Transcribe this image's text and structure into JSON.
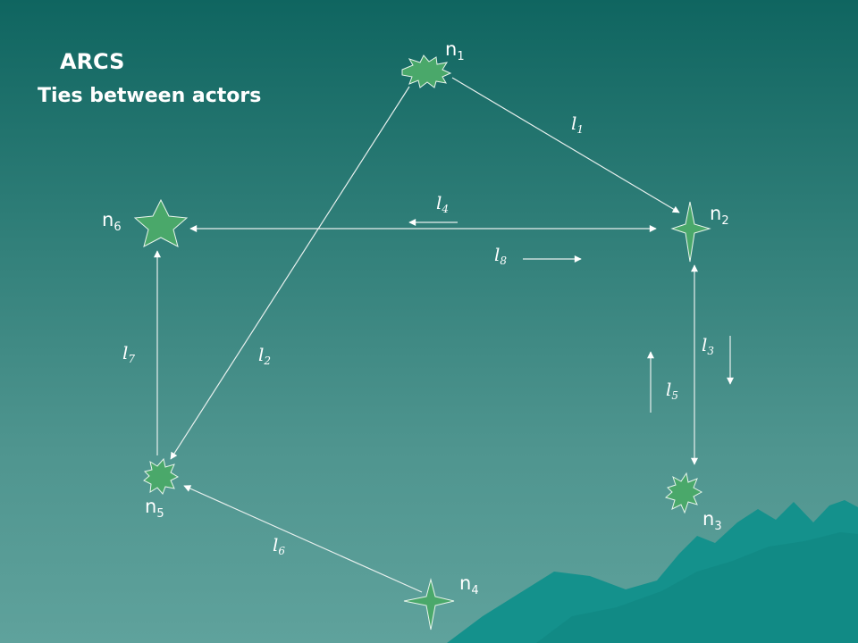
{
  "slide": {
    "title": "ARCS",
    "subtitle": "Ties between actors"
  },
  "nodes": [
    {
      "id": "n1",
      "base": "n",
      "sub": "1",
      "shape": "burst-flat"
    },
    {
      "id": "n2",
      "base": "n",
      "sub": "2",
      "shape": "four-point-star"
    },
    {
      "id": "n3",
      "base": "n",
      "sub": "3",
      "shape": "burst"
    },
    {
      "id": "n4",
      "base": "n",
      "sub": "4",
      "shape": "four-point-star"
    },
    {
      "id": "n5",
      "base": "n",
      "sub": "5",
      "shape": "burst"
    },
    {
      "id": "n6",
      "base": "n",
      "sub": "6",
      "shape": "five-point-star"
    }
  ],
  "links": [
    {
      "id": "l1",
      "base": "l",
      "sub": "1",
      "from": "n1",
      "to": "n2"
    },
    {
      "id": "l2",
      "base": "l",
      "sub": "2",
      "from": "n1",
      "to": "n5"
    },
    {
      "id": "l3",
      "base": "l",
      "sub": "3",
      "from": "n2",
      "to": "n3"
    },
    {
      "id": "l4",
      "base": "l",
      "sub": "4",
      "from": "n2",
      "to": "n6"
    },
    {
      "id": "l5",
      "base": "l",
      "sub": "5",
      "from": "n3",
      "to": "n2"
    },
    {
      "id": "l6",
      "base": "l",
      "sub": "6",
      "from": "n4",
      "to": "n5"
    },
    {
      "id": "l7",
      "base": "l",
      "sub": "7",
      "from": "n5",
      "to": "n6"
    },
    {
      "id": "l8",
      "base": "l",
      "sub": "8",
      "from": "n6",
      "to": "n2"
    }
  ],
  "colors": {
    "node_fill": "#4aa86a",
    "node_stroke": "#e8f5ec",
    "edge": "#e8f0ee",
    "text": "#ffffff",
    "bg_top": "#0f6560",
    "bg_bottom": "#5fa29c",
    "mountain": "#14918c"
  }
}
